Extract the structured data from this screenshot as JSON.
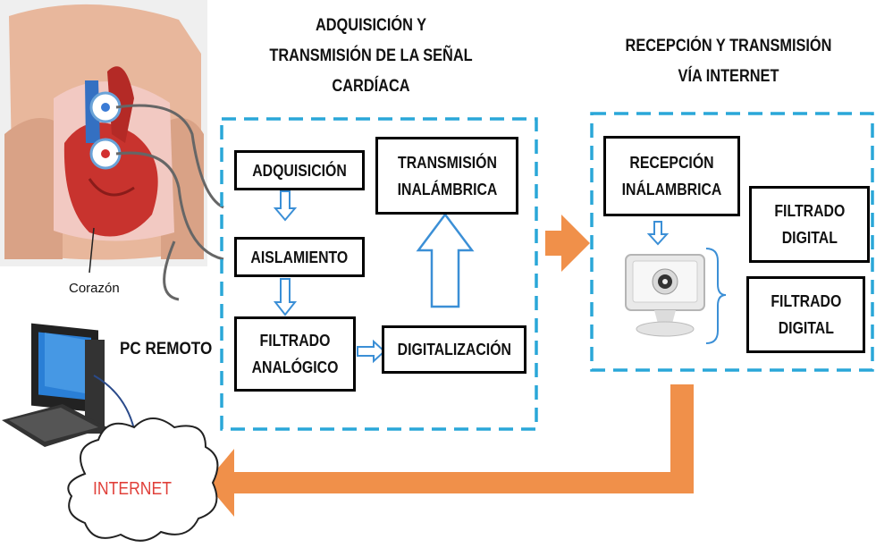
{
  "titles": {
    "acquisition": "ADQUISICIÓN Y\nTRANSMISIÓN DE LA SEÑAL\nCARDÍACA",
    "reception": "RECEPCIÓN Y TRANSMISIÓN\nVÍA INTERNET"
  },
  "blocks": {
    "adquisicion": "ADQUISICIÓN",
    "aislamiento": "AISLAMIENTO",
    "filtrado_analogico": "FILTRADO\nANALÓGICO",
    "digitalizacion": "DIGITALIZACIÓN",
    "transmision": "TRANSMISIÓN\nINALÁMBRICA",
    "recepcion": "RECEPCIÓN\nINÁLAMBRICA",
    "filtrado_digital_1": "FILTRADO\nDIGITAL",
    "filtrado_digital_2": "FILTRADO\nDIGITAL"
  },
  "labels": {
    "corazon": "Corazón",
    "pc_remoto": "PC REMOTO",
    "internet": "INTERNET"
  },
  "colors": {
    "dashed_border": "#2aa7d8",
    "hollow_arrow": "#3b8fd6",
    "orange_arrow": "#f0904a",
    "internet_text": "#e0403a"
  },
  "icons": [
    "heart-chest-illustration",
    "computer-monitor-icon",
    "cloud-icon",
    "display-screen-icon"
  ]
}
